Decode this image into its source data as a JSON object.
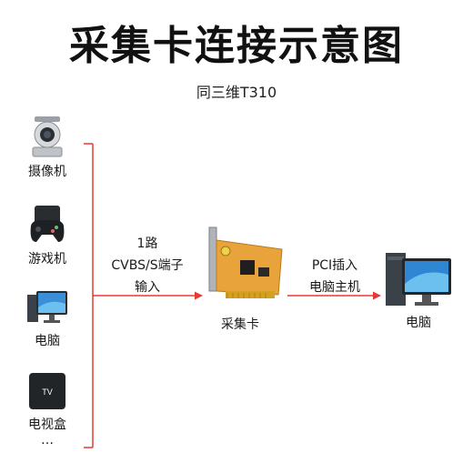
{
  "title": "采集卡连接示意图",
  "subtitle": "同三维T310",
  "sources": [
    {
      "icon": "ptz-camera-icon",
      "label": "摄像机"
    },
    {
      "icon": "gamepad-icon",
      "label": "游戏机"
    },
    {
      "icon": "desktop-computer-icon",
      "label": "电脑"
    },
    {
      "icon": "tv-box-icon",
      "label": "电视盒",
      "sub": "…",
      "box_text": "TV"
    }
  ],
  "input_connection": {
    "line1": "1路",
    "line2": "CVBS/S端子",
    "line3": "输入"
  },
  "capture_card": {
    "icon": "capture-card-icon",
    "label": "采集卡"
  },
  "output_connection": {
    "line1": "PCI插入",
    "line2": "电脑主机"
  },
  "computer": {
    "icon": "desktop-pc-icon",
    "label": "电脑"
  },
  "colors": {
    "connector": "#e53935",
    "card_pcb": "#e8a33a"
  }
}
